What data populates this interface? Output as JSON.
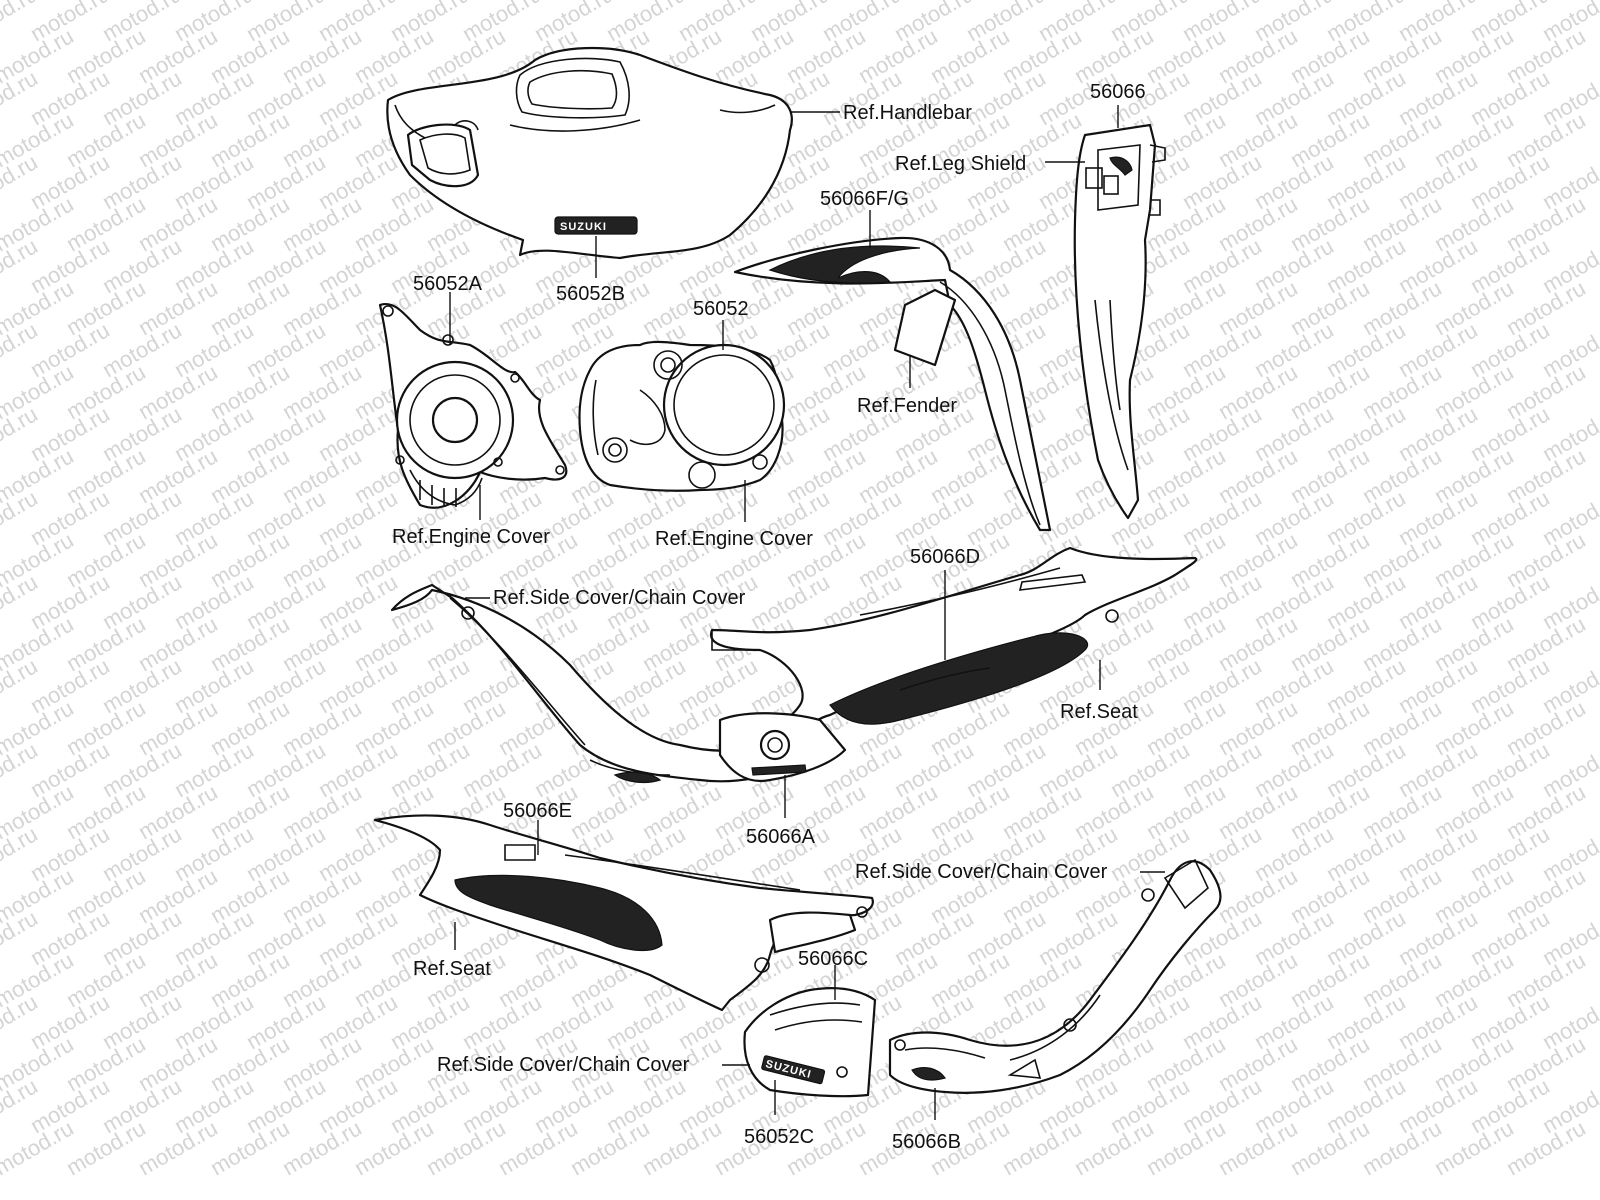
{
  "watermark": "motod.ru",
  "labels": {
    "ref_handlebar": "Ref.Handlebar",
    "part_56066": "56066",
    "ref_leg_shield": "Ref.Leg Shield",
    "part_56066fg": "56066F/G",
    "part_56052b": "56052B",
    "logo_suzuki": "SUZUKI",
    "part_56052a": "56052A",
    "part_56052": "56052",
    "ref_fender": "Ref.Fender",
    "ref_engine_cover_left": "Ref.Engine Cover",
    "ref_engine_cover_right": "Ref.Engine Cover",
    "part_56066d": "56066D",
    "ref_side_cover_top": "Ref.Side Cover/Chain Cover",
    "ref_seat_top": "Ref.Seat",
    "part_56066a": "56066A",
    "part_56066e": "56066E",
    "ref_side_cover_right": "Ref.Side Cover/Chain Cover",
    "part_56066c": "56066C",
    "ref_seat_bottom": "Ref.Seat",
    "ref_side_cover_bottom": "Ref.Side Cover/Chain Cover",
    "part_56052c": "56052C",
    "part_56066b": "56066B"
  }
}
